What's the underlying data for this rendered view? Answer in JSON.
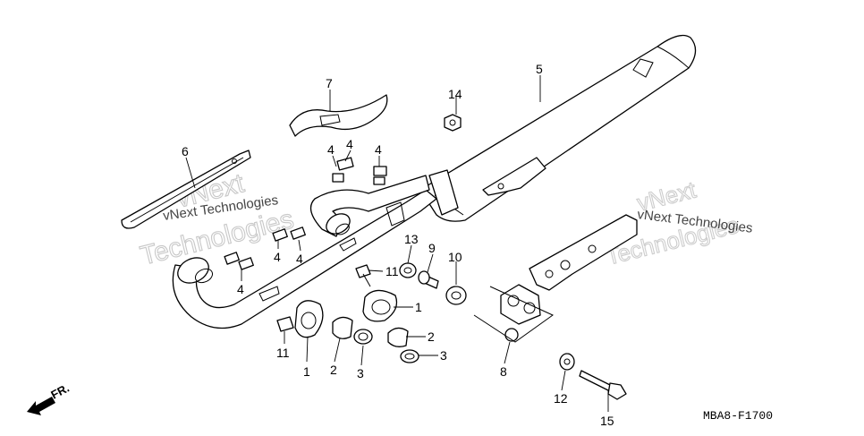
{
  "diagram": {
    "code": "MBA8-F1700",
    "direction_label": "FR.",
    "watermarks": [
      {
        "id": "left-small",
        "text": "vNext Technologies"
      },
      {
        "id": "left-big-1",
        "text": "vNext"
      },
      {
        "id": "left-big-2",
        "text": "Technologies"
      },
      {
        "id": "right-small",
        "text": "vNext Technologies"
      },
      {
        "id": "right-big-1",
        "text": "vNext"
      },
      {
        "id": "right-big-2",
        "text": "Technologies"
      }
    ],
    "callouts": [
      {
        "id": "c1a",
        "label": "1"
      },
      {
        "id": "c1b",
        "label": "1"
      },
      {
        "id": "c2a",
        "label": "2"
      },
      {
        "id": "c2b",
        "label": "2"
      },
      {
        "id": "c3a",
        "label": "3"
      },
      {
        "id": "c3b",
        "label": "3"
      },
      {
        "id": "c4a",
        "label": "4"
      },
      {
        "id": "c4b",
        "label": "4"
      },
      {
        "id": "c4c",
        "label": "4"
      },
      {
        "id": "c4d",
        "label": "4"
      },
      {
        "id": "c4e",
        "label": "4"
      },
      {
        "id": "c4f",
        "label": "4"
      },
      {
        "id": "c5",
        "label": "5"
      },
      {
        "id": "c6",
        "label": "6"
      },
      {
        "id": "c7",
        "label": "7"
      },
      {
        "id": "c8",
        "label": "8"
      },
      {
        "id": "c9",
        "label": "9"
      },
      {
        "id": "c10",
        "label": "10"
      },
      {
        "id": "c11a",
        "label": "11"
      },
      {
        "id": "c11b",
        "label": "11"
      },
      {
        "id": "c12",
        "label": "12"
      },
      {
        "id": "c13",
        "label": "13"
      },
      {
        "id": "c14",
        "label": "14"
      },
      {
        "id": "c15",
        "label": "15"
      }
    ]
  }
}
